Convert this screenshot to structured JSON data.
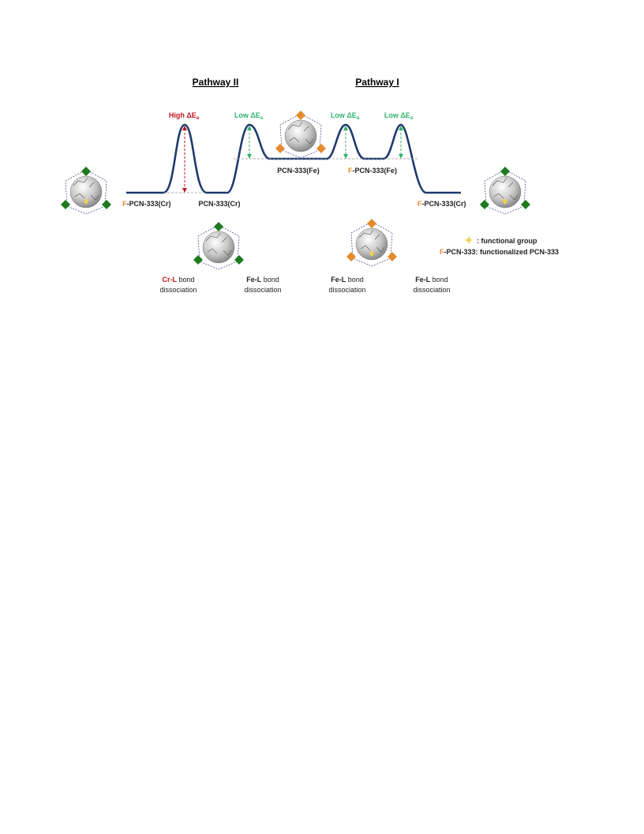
{
  "headers": {
    "pathway_ii": "Pathway II",
    "pathway_i": "Pathway I"
  },
  "barriers": {
    "high": {
      "prefix": "High ΔE",
      "sub": "a"
    },
    "low_1": {
      "prefix": "Low ΔE",
      "sub": "a"
    },
    "low_2": {
      "prefix": "Low ΔE",
      "sub": "a"
    },
    "low_3": {
      "prefix": "Low ΔE",
      "sub": "a"
    }
  },
  "states": {
    "f_pcn_cr_left": {
      "prefix": "F",
      "rest": "-PCN-333(Cr)"
    },
    "pcn_cr": "PCN-333(Cr)",
    "pcn_fe": "PCN-333(Fe)",
    "f_pcn_fe": {
      "prefix": "F",
      "rest": "-PCN-333(Fe)"
    },
    "f_pcn_cr_right": {
      "prefix": "F",
      "rest": "-PCN-333(Cr)"
    }
  },
  "steps": [
    {
      "bold": "Cr-L",
      "rest": " bond",
      "line2": "dissociation"
    },
    {
      "bold": "Fe-L",
      "rest": " bond",
      "line2": "dissociation"
    },
    {
      "bold": "Fe-L",
      "rest": " bond",
      "line2": "dissociation"
    },
    {
      "bold": "Fe-L",
      "rest": " bond",
      "line2": "dissociation"
    }
  ],
  "legend": {
    "functional_group": ": functional group",
    "f_prefix": "F",
    "f_definition": "-PCN-333: functionalized PCN-333"
  },
  "icons": {
    "cluster_cr": "cr-mof-cage-icon",
    "cluster_fe": "fe-mof-cage-icon",
    "functional_group": "star-burst-icon"
  },
  "colors": {
    "profile_line": "#1f3a6e",
    "high_barrier": "#c0171d",
    "low_barrier": "#2eb56a",
    "functional_prefix": "#e68a2e",
    "cr_cluster": "#1e7a1e",
    "fe_cluster": "#e68a2e"
  }
}
